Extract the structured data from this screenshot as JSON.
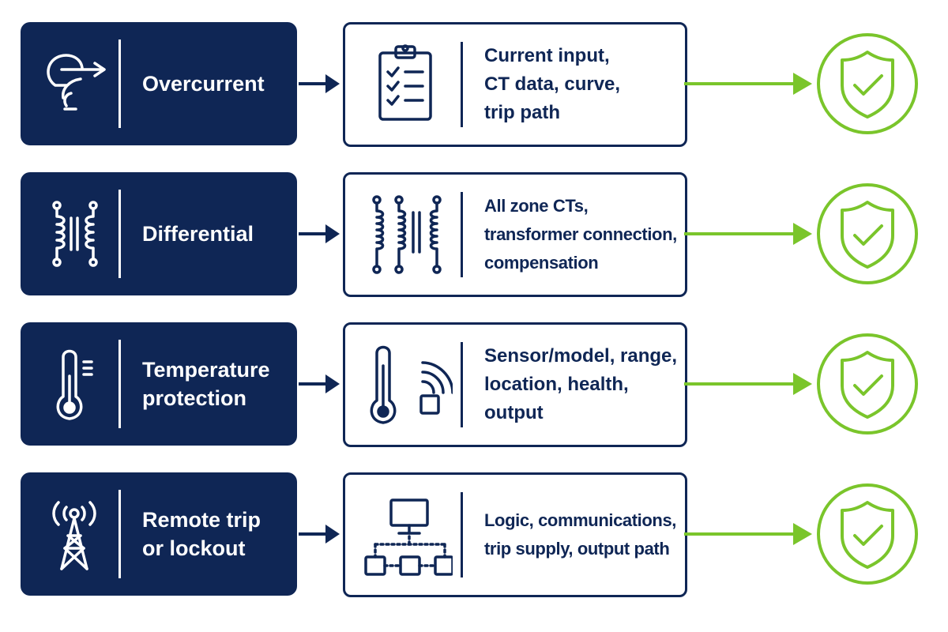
{
  "colors": {
    "navy": "#0f2655",
    "green": "#7ac52b",
    "white": "#ffffff"
  },
  "rows": [
    {
      "label_lines": [
        "Overcurrent"
      ],
      "left_icon": "overcurrent-icon",
      "right_icon": "checklist-icon",
      "detail_lines": [
        "Current input,",
        "CT data, curve,",
        "trip path"
      ],
      "status_icon": "shield-check-icon"
    },
    {
      "label_lines": [
        "Differential"
      ],
      "left_icon": "transformer-icon",
      "right_icon": "current-transformers-icon",
      "detail_lines": [
        "All zone CTs,",
        "transformer connection,",
        "compensation"
      ],
      "status_icon": "shield-check-icon"
    },
    {
      "label_lines": [
        "Temperature",
        "protection"
      ],
      "left_icon": "thermometer-icon",
      "right_icon": "wireless-sensor-icon",
      "detail_lines": [
        "Sensor/model, range,",
        "location, health,",
        "output"
      ],
      "status_icon": "shield-check-icon"
    },
    {
      "label_lines": [
        "Remote trip",
        "or lockout"
      ],
      "left_icon": "radio-tower-icon",
      "right_icon": "network-icon",
      "detail_lines": [
        "Logic, communications,",
        "trip supply, output path"
      ],
      "status_icon": "shield-check-icon"
    }
  ]
}
